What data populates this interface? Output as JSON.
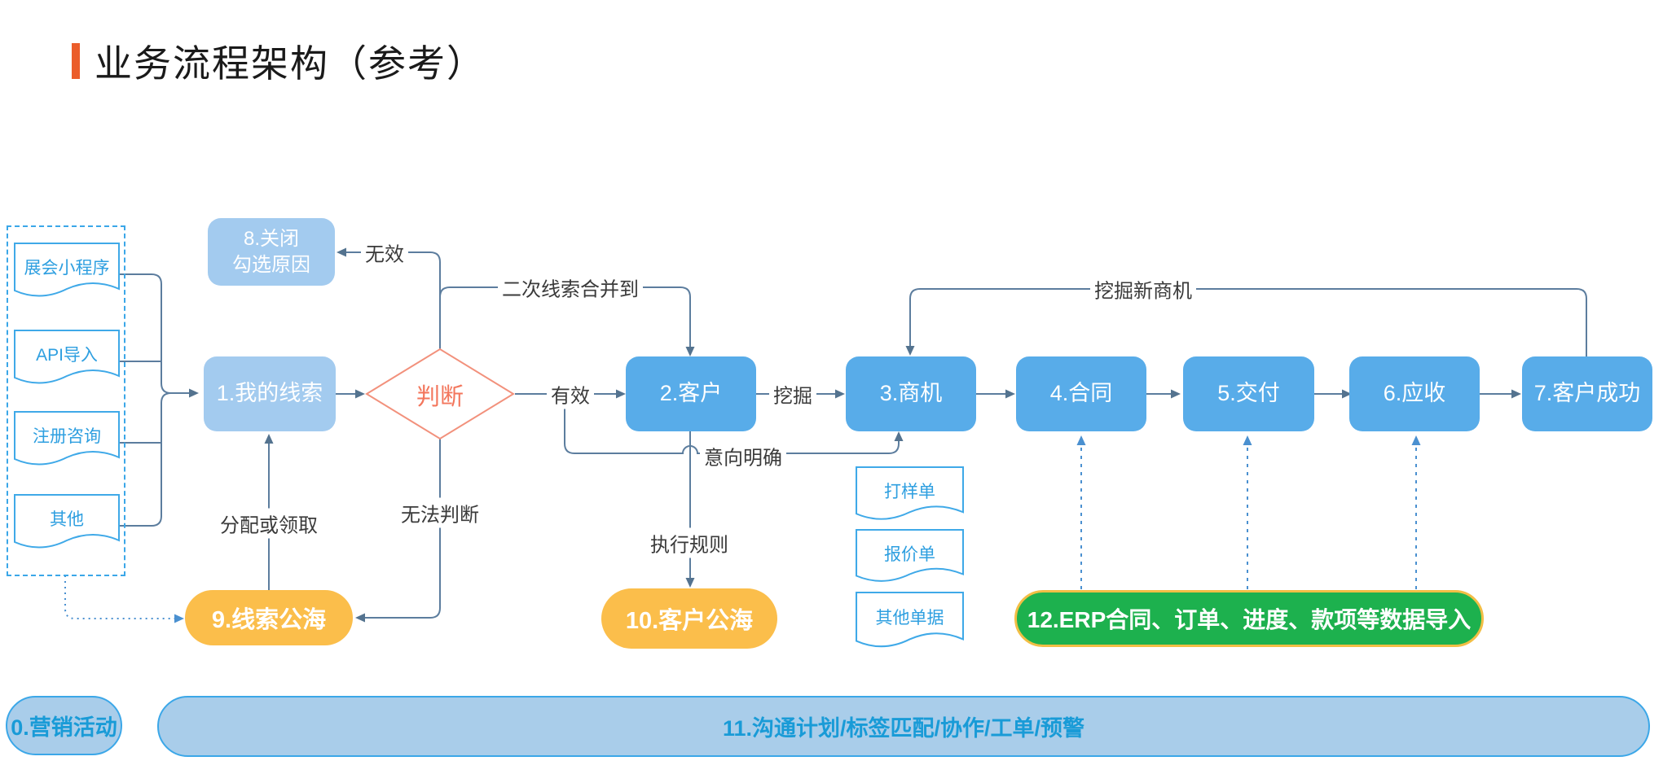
{
  "title": {
    "text": "业务流程架构（参考）"
  },
  "sources": {
    "items": [
      "展会小程序",
      "API导入",
      "注册咨询",
      "其他"
    ]
  },
  "flow": {
    "node1": "1.我的线索",
    "decision": "判断",
    "node2": "2.客户",
    "node3": "3.商机",
    "node4": "4.合同",
    "node5": "5.交付",
    "node6": "6.应收",
    "node7": "7.客户成功",
    "node8_line1": "8.关闭",
    "node8_line2": "勾选原因",
    "node9": "9.线索公海",
    "node10": "10.客户公海",
    "node11": "11.沟通计划/标签匹配/协作/工单/预警",
    "node12": "12.ERP合同、订单、进度、款项等数据导入",
    "node0": "0.营销活动"
  },
  "edge_labels": {
    "invalid": "无效",
    "merge_second_lead": "二次线索合并到",
    "valid": "有效",
    "dig": "挖掘",
    "dig_new_opportunity": "挖掘新商机",
    "intent_clear": "意向明确",
    "assign_or_claim": "分配或领取",
    "cannot_judge": "无法判断",
    "execute_rule": "执行规则"
  },
  "documents": {
    "items": [
      "打样单",
      "报价单",
      "其他单据"
    ]
  },
  "colors": {
    "accent": "#EB5D2B",
    "node_blue": "#58ACE9",
    "node_light_blue": "#A3CBEF",
    "decision_border": "#F2917C",
    "decision_text": "#F3765C",
    "yellow": "#FBBE4B",
    "green": "#1DB14E",
    "green_border": "#F2BE45",
    "bar_fill": "#A9CDEA",
    "bar_border": "#3BA7E8",
    "bar_text": "#199BD7",
    "doc_border": "#3FA9E8",
    "doc_text": "#2E9FE0",
    "connector": "#5C7D9E",
    "connector_blue": "#4A90D0",
    "label_text": "#3A3A3A"
  }
}
